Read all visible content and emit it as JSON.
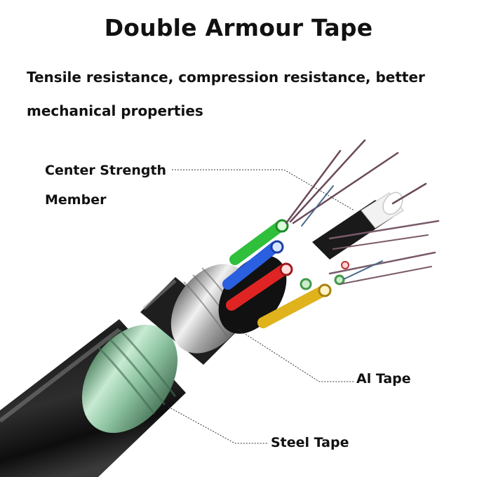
{
  "header": {
    "title": "Double Armour Tape",
    "subtitle": "Tensile resistance, compression resistance, better mechanical properties"
  },
  "labels": {
    "center_strength_line1": "Center Strength",
    "center_strength_line2": "Member",
    "al_tape": "Al Tape",
    "steel_tape": "Steel Tape"
  },
  "colors": {
    "jacket": "#1b1b1b",
    "steel_tape": "#9fd2b0",
    "al_tape": "#c9c9c9",
    "tube_green": "#2fbf3a",
    "tube_blue": "#2a5fe0",
    "tube_red": "#e02424",
    "tube_yellow": "#e0b21c",
    "center_member": "#f2f2f2"
  }
}
